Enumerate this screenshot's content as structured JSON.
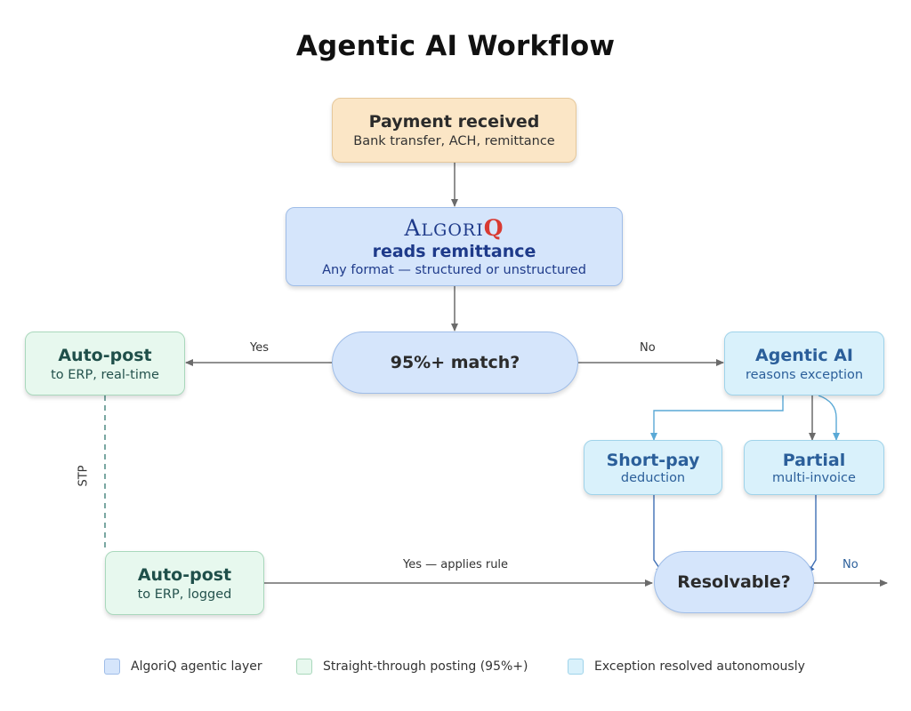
{
  "title": "Agentic AI Workflow",
  "nodes": {
    "payment": {
      "title": "Payment received",
      "subtitle": "Bank transfer, ACH, remittance"
    },
    "reads": {
      "logo": "AlgoriQ",
      "title": "reads remittance",
      "subtitle": "Any format — structured or unstructured"
    },
    "match": {
      "title": "95%+ match?"
    },
    "autopost_rt": {
      "title": "Auto-post",
      "subtitle": "to ERP, real-time"
    },
    "agentic": {
      "title": "Agentic AI",
      "subtitle": "reasons exception"
    },
    "shortpay": {
      "title": "Short-pay",
      "subtitle": "deduction"
    },
    "partial": {
      "title": "Partial",
      "subtitle": "multi-invoice"
    },
    "autopost_log": {
      "title": "Auto-post",
      "subtitle": "to ERP, logged"
    },
    "resolvable": {
      "title": "Resolvable?"
    }
  },
  "edges": {
    "yes": "Yes",
    "no": "No",
    "stp": "STP",
    "applies_rule": "Yes — applies rule",
    "no_right": "No"
  },
  "legend": [
    {
      "label": "AlgoriQ agentic layer",
      "color": "#d5e5fb",
      "border": "#9fbde8"
    },
    {
      "label": "Straight-through posting (95%+)",
      "color": "#e7f8ee",
      "border": "#a9d8bc"
    },
    {
      "label": "Exception resolved autonomously",
      "color": "#d9f1fb",
      "border": "#9fd3ea"
    }
  ],
  "colors": {
    "arrow_gray": "#6b6b6b",
    "arrow_blue": "#4f7fc0",
    "arrow_cyan": "#5aa9d6",
    "stp_dash": "#4f8a84"
  }
}
